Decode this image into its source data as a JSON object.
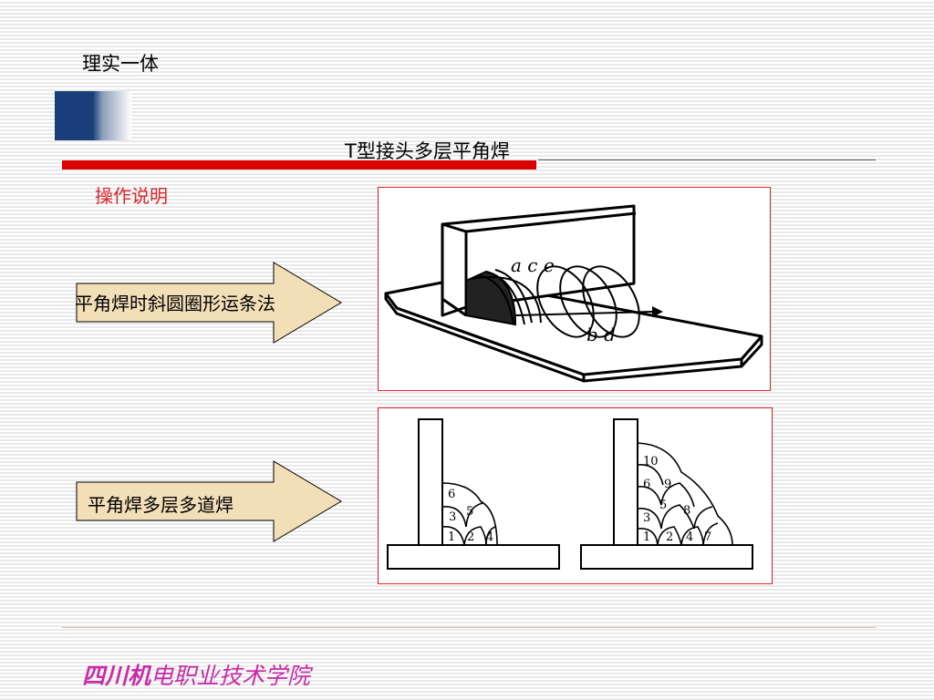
{
  "header": {
    "top_label": "理实一体",
    "title": "T型接头多层平角焊"
  },
  "section_label": "操作说明",
  "arrows": [
    {
      "label": "平角焊时斜圆圈形运条法"
    },
    {
      "label": "平角焊多层多道焊"
    }
  ],
  "diagram1": {
    "letters_top": "a c e",
    "letters_bottom": "b d"
  },
  "diagram2": {
    "left_beads": [
      "1",
      "2",
      "3",
      "4",
      "5",
      "6"
    ],
    "right_beads": [
      "1",
      "2",
      "3",
      "4",
      "5",
      "6",
      "7",
      "8",
      "9",
      "10"
    ]
  },
  "footer": {
    "school_bold": "四川机",
    "school_rest": "电职业技术学院"
  },
  "colors": {
    "accent_red": "#d80000",
    "label_red": "#e0242a",
    "footer_magenta": "#c82ca6",
    "arrow_fill": "#f2dfb7",
    "logo_blue": "#1a3e7a"
  }
}
